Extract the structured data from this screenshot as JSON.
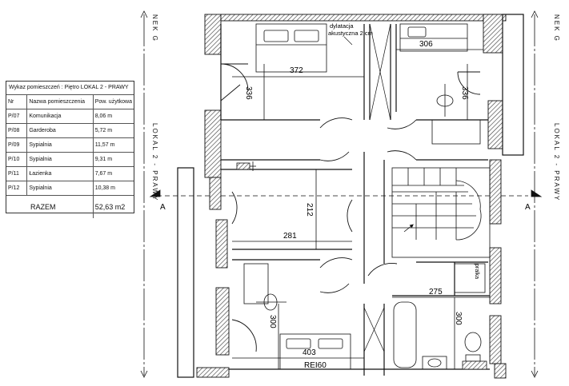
{
  "schedule": {
    "title": "Wykaz pomieszczeń : Piętro LOKAL 2 - PRAWY",
    "headers": [
      "Nr",
      "Nazwa pomieszczenia",
      "Pow. użytkowa"
    ],
    "rows": [
      [
        "P/07",
        "Komunikacja",
        "8,06 m"
      ],
      [
        "P/08",
        "Garderoba",
        "5,72 m"
      ],
      [
        "P/09",
        "Sypialnia",
        "11,57 m"
      ],
      [
        "P/10",
        "Sypialnia",
        "9,31 m"
      ],
      [
        "P/11",
        "Łazienka",
        "7,67 m"
      ],
      [
        "P/12",
        "Sypialnia",
        "10,38 m"
      ]
    ],
    "total_label": "RAZEM",
    "total_value": "52,63 m2"
  },
  "annotations": {
    "nek_g": "NEK G",
    "lokal": "LOKAL 2 - PRAWY",
    "section_mark": "A",
    "dylatacja_line1": "dylatacja",
    "dylatacja_line2": "akustyczna 2 cm",
    "fire_rating": "REI60",
    "pralka": "pralka"
  },
  "dimensions": {
    "d372": "372",
    "d306": "306",
    "d336a": "336",
    "d336b": "336",
    "d212": "212",
    "d281": "281",
    "d275": "275",
    "d300a": "300",
    "d300b": "300",
    "d403": "403"
  },
  "colors": {
    "line": "#111111",
    "wall_fill": "#e8e8e8",
    "hatch": "#444444"
  }
}
